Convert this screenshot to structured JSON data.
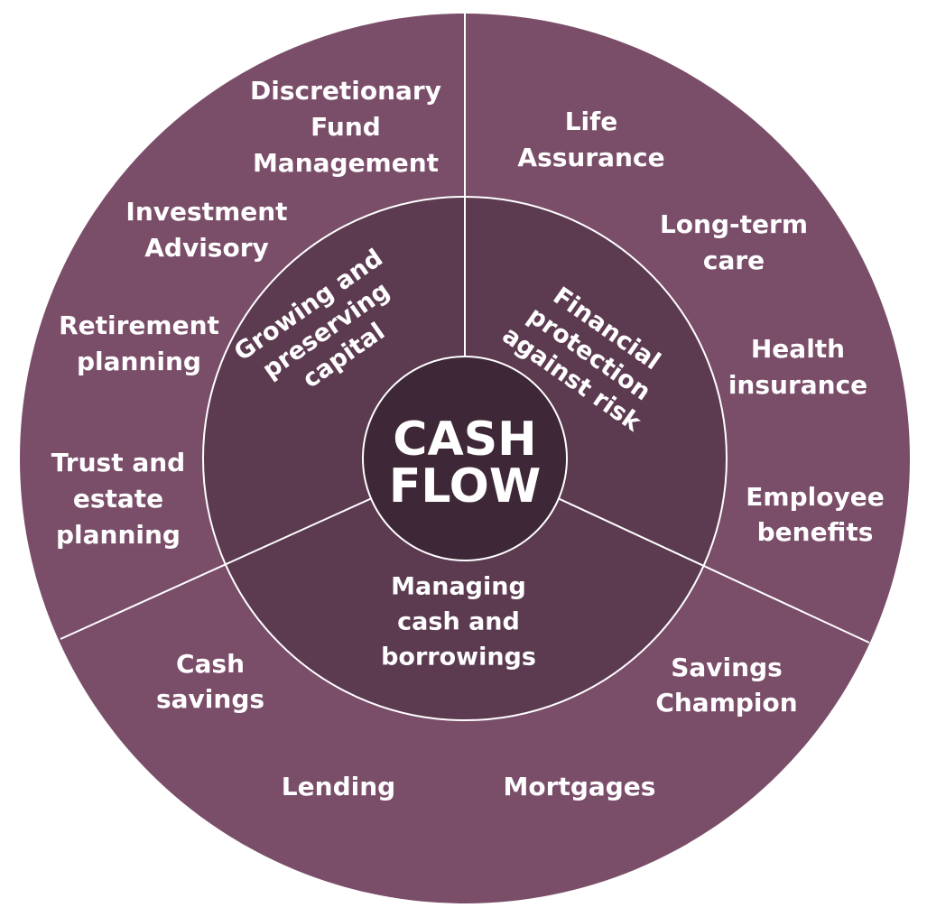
{
  "colors": {
    "outer_ring": "#7a4d69",
    "middle_ring": "#5c3a50",
    "core": "#3e2736",
    "divider": "#ffffff",
    "text": "#ffffff"
  },
  "center": {
    "line1": "CASH",
    "line2": "FLOW"
  },
  "segments": [
    {
      "key": "growing",
      "title_lines": [
        "Growing and",
        "preserving",
        "capital"
      ],
      "services": [
        {
          "lines": [
            "Discretionary",
            "Fund",
            "Management"
          ]
        },
        {
          "lines": [
            "Investment",
            "Advisory"
          ]
        },
        {
          "lines": [
            "Retirement",
            "planning"
          ]
        },
        {
          "lines": [
            "Trust and",
            "estate",
            "planning"
          ]
        }
      ]
    },
    {
      "key": "protection",
      "title_lines": [
        "Financial",
        "protection",
        "against risk"
      ],
      "services": [
        {
          "lines": [
            "Life",
            "Assurance"
          ]
        },
        {
          "lines": [
            "Long-term",
            "care"
          ]
        },
        {
          "lines": [
            "Health",
            "insurance"
          ]
        },
        {
          "lines": [
            "Employee",
            "benefits"
          ]
        }
      ]
    },
    {
      "key": "managing",
      "title_lines": [
        "Managing",
        "cash and",
        "borrowings"
      ],
      "services": [
        {
          "lines": [
            "Savings",
            "Champion"
          ]
        },
        {
          "lines": [
            "Mortgages"
          ]
        },
        {
          "lines": [
            "Lending"
          ]
        },
        {
          "lines": [
            "Cash",
            "savings"
          ]
        }
      ]
    }
  ]
}
